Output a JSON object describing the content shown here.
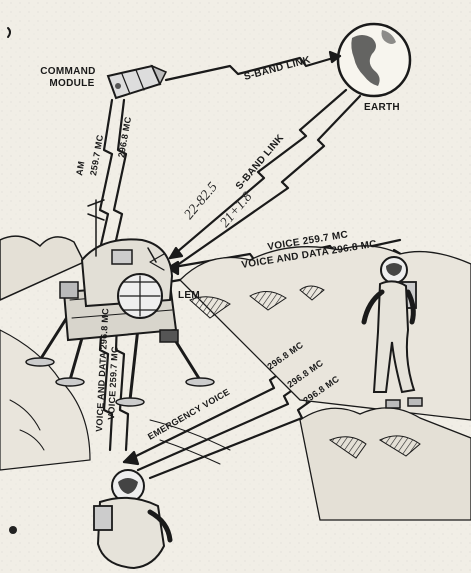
{
  "labels": {
    "command_module": [
      "COMMAND",
      "MODULE"
    ],
    "sband_top": "S-BAND LINK",
    "earth": "EARTH",
    "sband_mid": "S-BAND LINK",
    "handwritten_1": "22-82.5",
    "handwritten_2": "21+1.8",
    "cm_uplink_vhf_1": "259.7 MC",
    "cm_uplink_vhf_2": "296.8 MC",
    "cm_am": "AM",
    "lem": "LEM",
    "voice_1": "VOICE  259.7 MC",
    "voice_data_1": "VOICE AND DATA 296.8 MC",
    "lem_vert_1": "VOICE AND DATA 296.8 MC",
    "lem_vert_2": "VOICE 259.7 MC",
    "mid_1": "296.8 MC",
    "mid_2": "296.8 MC",
    "mid_3": "296.8 MC",
    "emergency_voice": "EMERGENCY VOICE"
  },
  "colors": {
    "paper": "#f1eee6",
    "ink": "#1a1a1a"
  }
}
